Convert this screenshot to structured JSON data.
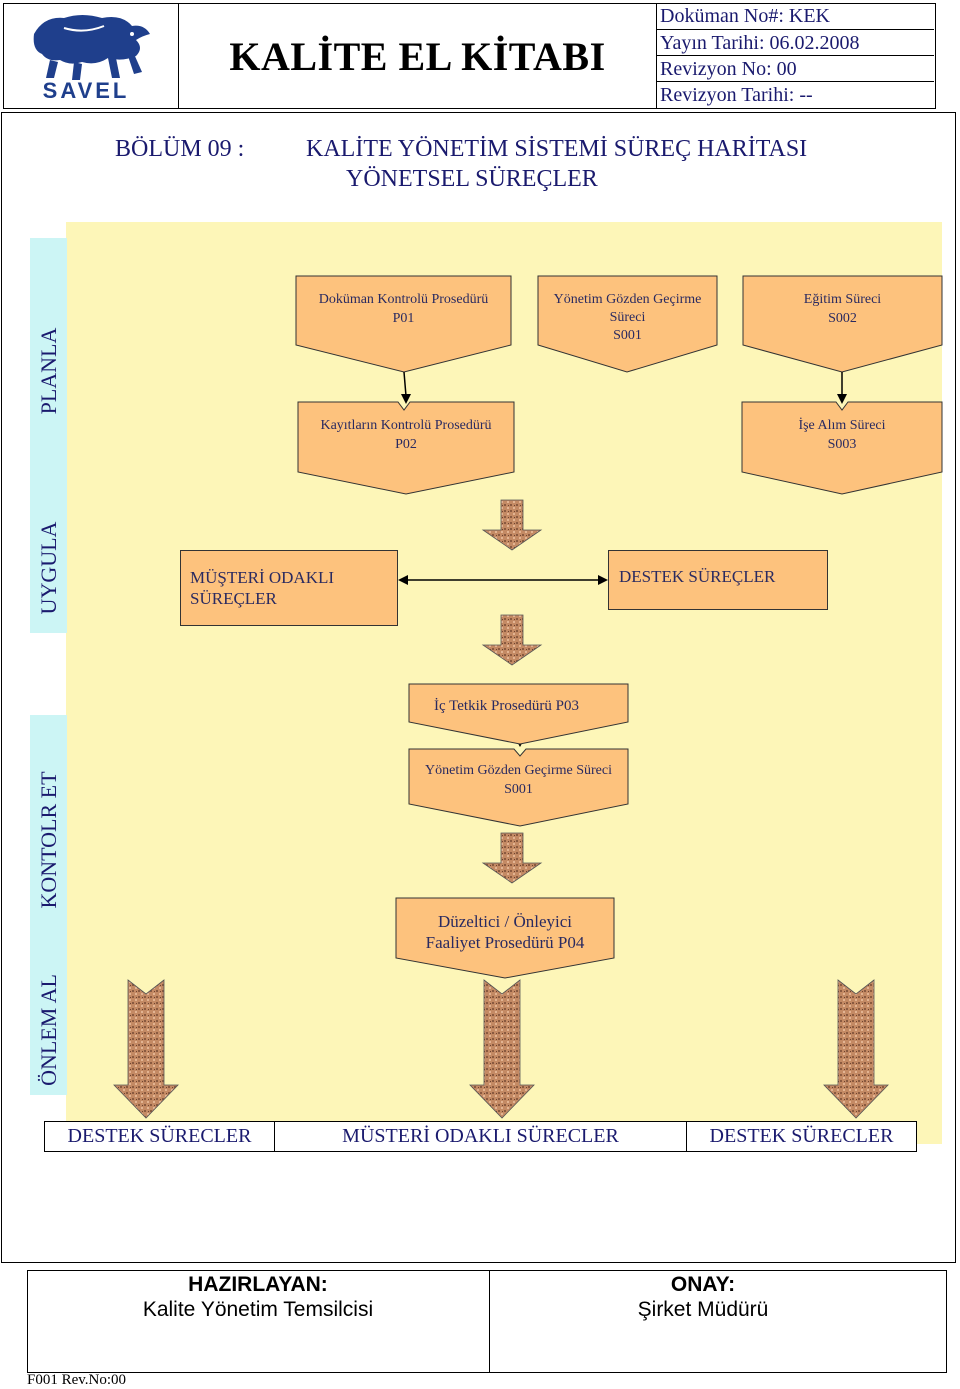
{
  "header": {
    "logo_text": "SAVEL",
    "title": "KALİTE EL KİTABI",
    "meta": [
      "Doküman No#: KEK",
      "Yayın Tarihi: 06.02.2008",
      "Revizyon No: 00",
      "Revizyon Tarihi: --"
    ]
  },
  "section": {
    "chapter": "BÖLÜM 09 :",
    "title": "KALİTE YÖNETİM SİSTEMİ SÜREÇ HARİTASI",
    "subtitle": "YÖNETSEL SÜREÇLER"
  },
  "phases": [
    "PLANLA",
    "UYGULA",
    "KONTOLR ET",
    "ÖNLEM AL"
  ],
  "plan_boxes": [
    {
      "line1": "Doküman Kontrolü Prosedürü",
      "line2": "P01",
      "line3": ""
    },
    {
      "line1": "Yönetim Gözden Geçirme",
      "line2": "Süreci",
      "line3": "S001"
    },
    {
      "line1": "Eğitim Süreci",
      "line2": "S002",
      "line3": ""
    },
    {
      "line1": "Kayıtların Kontrolü Prosedürü",
      "line2": "P02",
      "line3": ""
    },
    {
      "line1": "İşe Alım  Süreci",
      "line2": "S003",
      "line3": ""
    }
  ],
  "do_boxes": {
    "customer": "MÜŞTERİ ODAKLI SÜREÇLER",
    "support": "DESTEK SÜREÇLER"
  },
  "check_boxes": {
    "audit": "İç Tetkik Prosedürü P03",
    "review_line1": "Yönetim Gözden Geçirme Süreci",
    "review_line2": "S001",
    "corrective_line1": "Düzeltici / Önleyici",
    "corrective_line2": "Faaliyet Prosedürü P04"
  },
  "bottom_row": [
    "DESTEK SÜRECLER",
    "MÜSTERİ ODAKLI SÜRECLER",
    "DESTEK SÜRECLER"
  ],
  "footer": {
    "prepared_label": "HAZIRLAYAN:",
    "prepared_by": "Kalite Yönetim  Temsilcisi",
    "approved_label": "ONAY:",
    "approved_by": "Şirket  Müdürü",
    "form_code": "F001 Rev.No:00"
  }
}
